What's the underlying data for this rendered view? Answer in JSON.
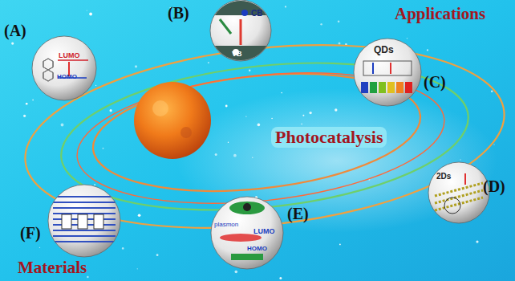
{
  "diagram": {
    "nodes": [
      {
        "text": [
          "(A)",
          "LUMO",
          "HOMO"
        ]
      },
      {
        "text": [
          "(B)",
          "CB",
          "VB"
        ]
      },
      {
        "text": [
          "(C)",
          "QDs"
        ]
      },
      {
        "text": [
          "(D)",
          "2Ds"
        ]
      },
      {
        "text": [
          "(E)",
          "plasmon",
          "LUMO",
          "HOMO"
        ]
      },
      {
        "text": [
          "(F)"
        ]
      }
    ],
    "labels": [
      "Applications",
      "Photocatalysis",
      "Materials"
    ]
  }
}
